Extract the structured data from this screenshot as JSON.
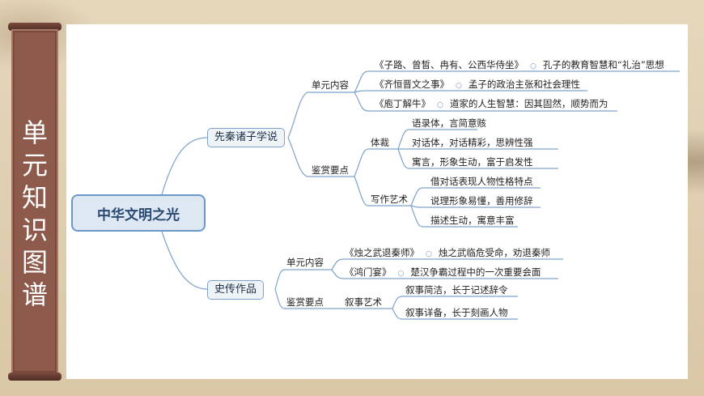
{
  "sidebar": {
    "title_chars": [
      "单",
      "元",
      "知",
      "识",
      "图",
      "谱"
    ]
  },
  "mindmap": {
    "root": "中华文明之光",
    "branch1": {
      "label": "先秦诸子学说",
      "unit_content": {
        "label": "单元内容",
        "items": [
          {
            "title": "《子路、曾皙、冉有、公西华侍坐》",
            "summary": "孔子的教育智慧和“礼治”思想"
          },
          {
            "title": "《齐恒晋文之事》",
            "summary": "孟子的政治主张和社会理性"
          },
          {
            "title": "《庖丁解牛》",
            "summary": "道家的人生智慧：因其固然，顺势而为"
          }
        ]
      },
      "appreciation": {
        "label": "鉴赏要点",
        "genre": {
          "label": "体裁",
          "items": [
            "语录体，言简意赅",
            "对话体，对话精彩，思辨性强",
            "寓言，形象生动，富于启发性"
          ]
        },
        "writing": {
          "label": "写作艺术",
          "items": [
            "借对话表现人物性格特点",
            "说理形象易懂，善用修辞",
            "描述生动，寓意丰富"
          ]
        }
      }
    },
    "branch2": {
      "label": "史传作品",
      "unit_content": {
        "label": "单元内容",
        "items": [
          {
            "title": "《烛之武退秦师》",
            "summary": "烛之武临危受命，劝退秦师"
          },
          {
            "title": "《鸿门宴》",
            "summary": "楚汉争霸过程中的一次重要会面"
          }
        ]
      },
      "appreciation": {
        "label": "鉴赏要点",
        "narrative": {
          "label": "叙事艺术",
          "items": [
            "叙事简洁，长于记述辞令",
            "叙事详备，长于刻画人物"
          ]
        }
      }
    }
  },
  "colors": {
    "scroll": "#8d5a4c",
    "line": "#7ea3cb",
    "root_fill": "#dde8f3",
    "root_text": "#2a4a74"
  },
  "icons": {
    "separator": "circle-icon"
  }
}
